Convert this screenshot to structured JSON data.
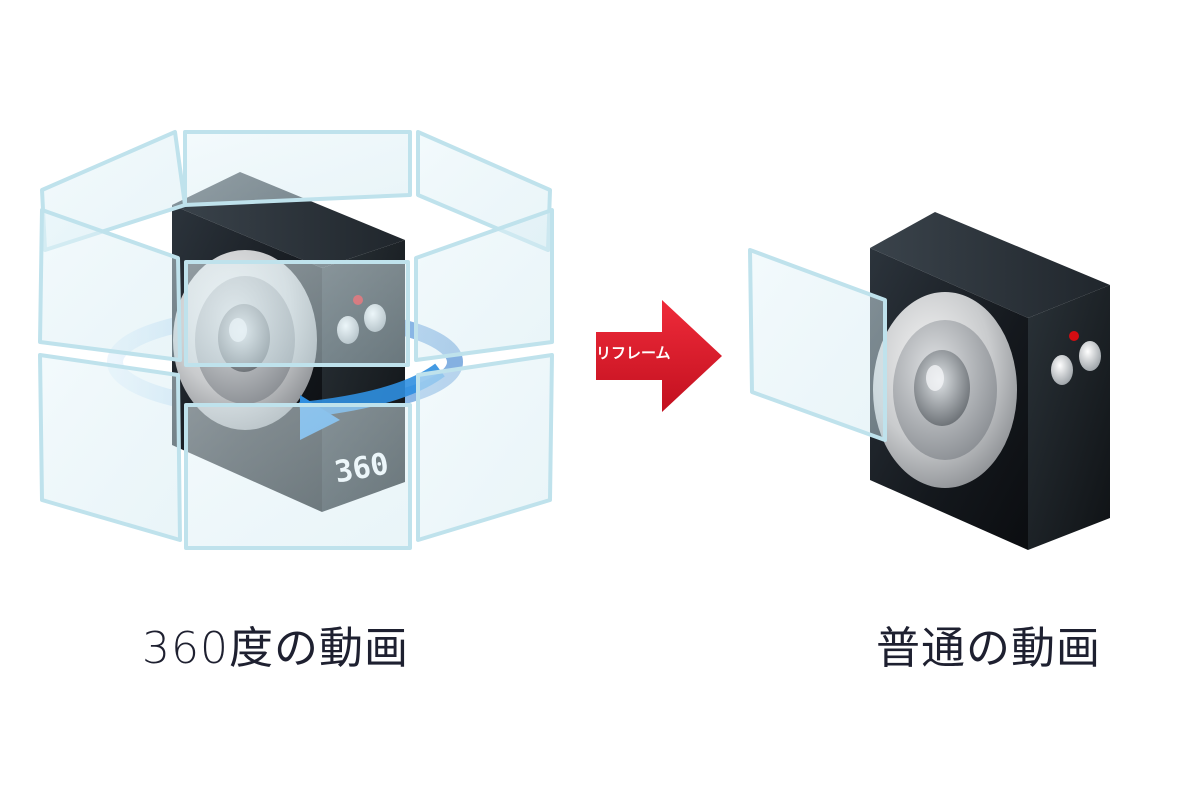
{
  "left_panel": {
    "caption": "360度の動画",
    "badge_text": "360"
  },
  "arrow": {
    "label": "リフレーム"
  },
  "right_panel": {
    "caption": "普通の動画"
  },
  "colors": {
    "arrow_red": "#d9172a",
    "glass_edge": "#bfe2ec",
    "camera_body": "#1c2229",
    "rotation_blue": "#2f8fe0",
    "record_dot": "#d40d12",
    "caption_text": "#1e2030"
  }
}
